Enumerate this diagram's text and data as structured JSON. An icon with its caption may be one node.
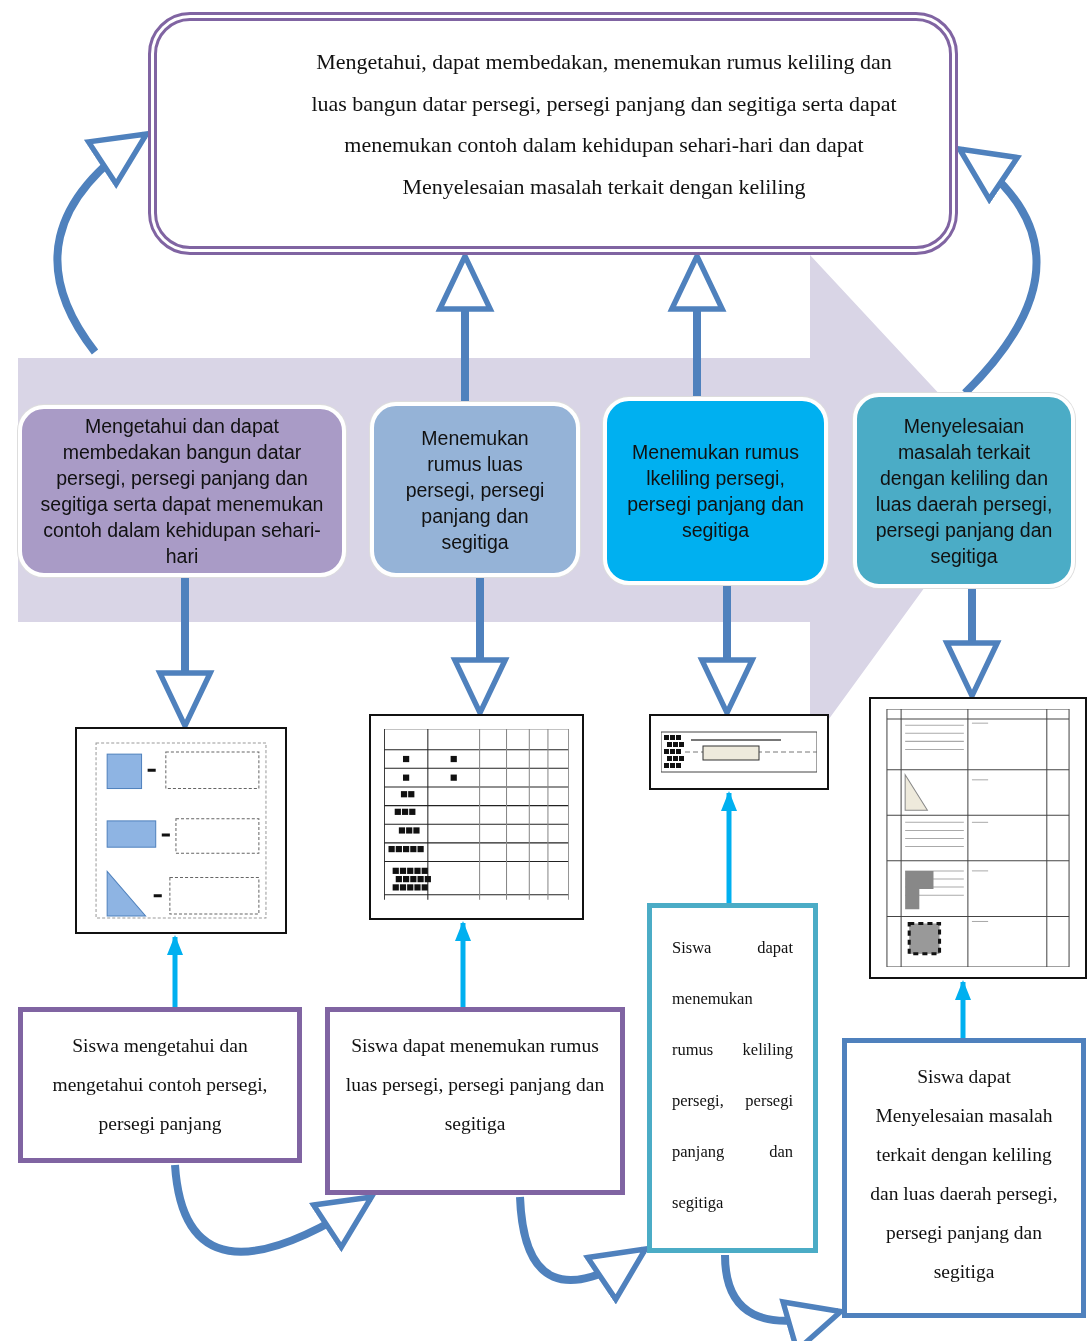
{
  "diagram": {
    "nodes": [
      {
        "text": [
          "Mengetahui, dapat membedakan, menemukan rumus keliling dan luas bangun datar persegi, persegi panjang dan segitiga serta dapat menemukan contoh dalam kehidupan sehari-hari dan dapat Menyelesaian masalah terkait dengan keliling"
        ]
      },
      {
        "text": [
          "Mengetahui dan dapat membedakan bangun datar persegi, persegi panjang dan segitiga serta dapat menemukan contoh dalam kehidupan sehari-hari"
        ]
      },
      {
        "text": [
          "Menemukan rumus luas persegi, persegi panjang dan segitiga"
        ]
      },
      {
        "text": [
          "Menemukan rumus lkeliling persegi, persegi panjang dan segitiga"
        ]
      },
      {
        "text": [
          "Menyelesaian masalah terkait dengan keliling dan luas daerah persegi, persegi panjang dan segitiga"
        ]
      },
      {
        "text": [],
        "shape": "picture"
      },
      {
        "text": [],
        "shape": "picture"
      },
      {
        "text": [],
        "shape": "picture"
      },
      {
        "text": [],
        "shape": "picture"
      },
      {
        "text": [
          "Siswa mengetahui dan mengetahui contoh persegi, persegi panjang"
        ]
      },
      {
        "text": [
          "Siswa dapat menemukan rumus luas persegi, persegi panjang dan segitiga"
        ]
      },
      {
        "text": [
          "Siswa dapat menemukan rumus keliling persegi, persegi panjang dan segitiga"
        ]
      },
      {
        "text": [
          "Siswa dapat Menyelesaian masalah terkait dengan keliling dan luas daerah persegi, persegi panjang dan segitiga"
        ]
      }
    ],
    "edges": [
      {
        "from": 2,
        "to": 0,
        "arrow": "to"
      },
      {
        "from": 3,
        "to": 0,
        "arrow": "to"
      },
      {
        "from": 1,
        "to": 5,
        "arrow": "to"
      },
      {
        "from": 2,
        "to": 6,
        "arrow": "to"
      },
      {
        "from": 3,
        "to": 7,
        "arrow": "to"
      },
      {
        "from": 4,
        "to": 8,
        "arrow": "to"
      },
      {
        "from": 9,
        "to": 5,
        "arrow": "to",
        "color": "#00b0f0"
      },
      {
        "from": 10,
        "to": 6,
        "arrow": "to",
        "color": "#00b0f0"
      },
      {
        "from": 11,
        "to": 7,
        "arrow": "to",
        "color": "#00b0f0"
      },
      {
        "from": 12,
        "to": 8,
        "arrow": "to",
        "color": "#00b0f0"
      },
      {
        "from": null,
        "to": 0,
        "arrow": "to"
      },
      {
        "from": 4,
        "to": 0,
        "arrow": "to"
      },
      {
        "from": 9,
        "to": 10,
        "arrow": "to"
      },
      {
        "from": 10,
        "to": 11,
        "arrow": "to"
      },
      {
        "from": 11,
        "to": 12,
        "arrow": "to"
      },
      {
        "from": 1,
        "to": 4,
        "arrow": "to",
        "style": "thick",
        "color": "#d9d5e6"
      }
    ]
  }
}
